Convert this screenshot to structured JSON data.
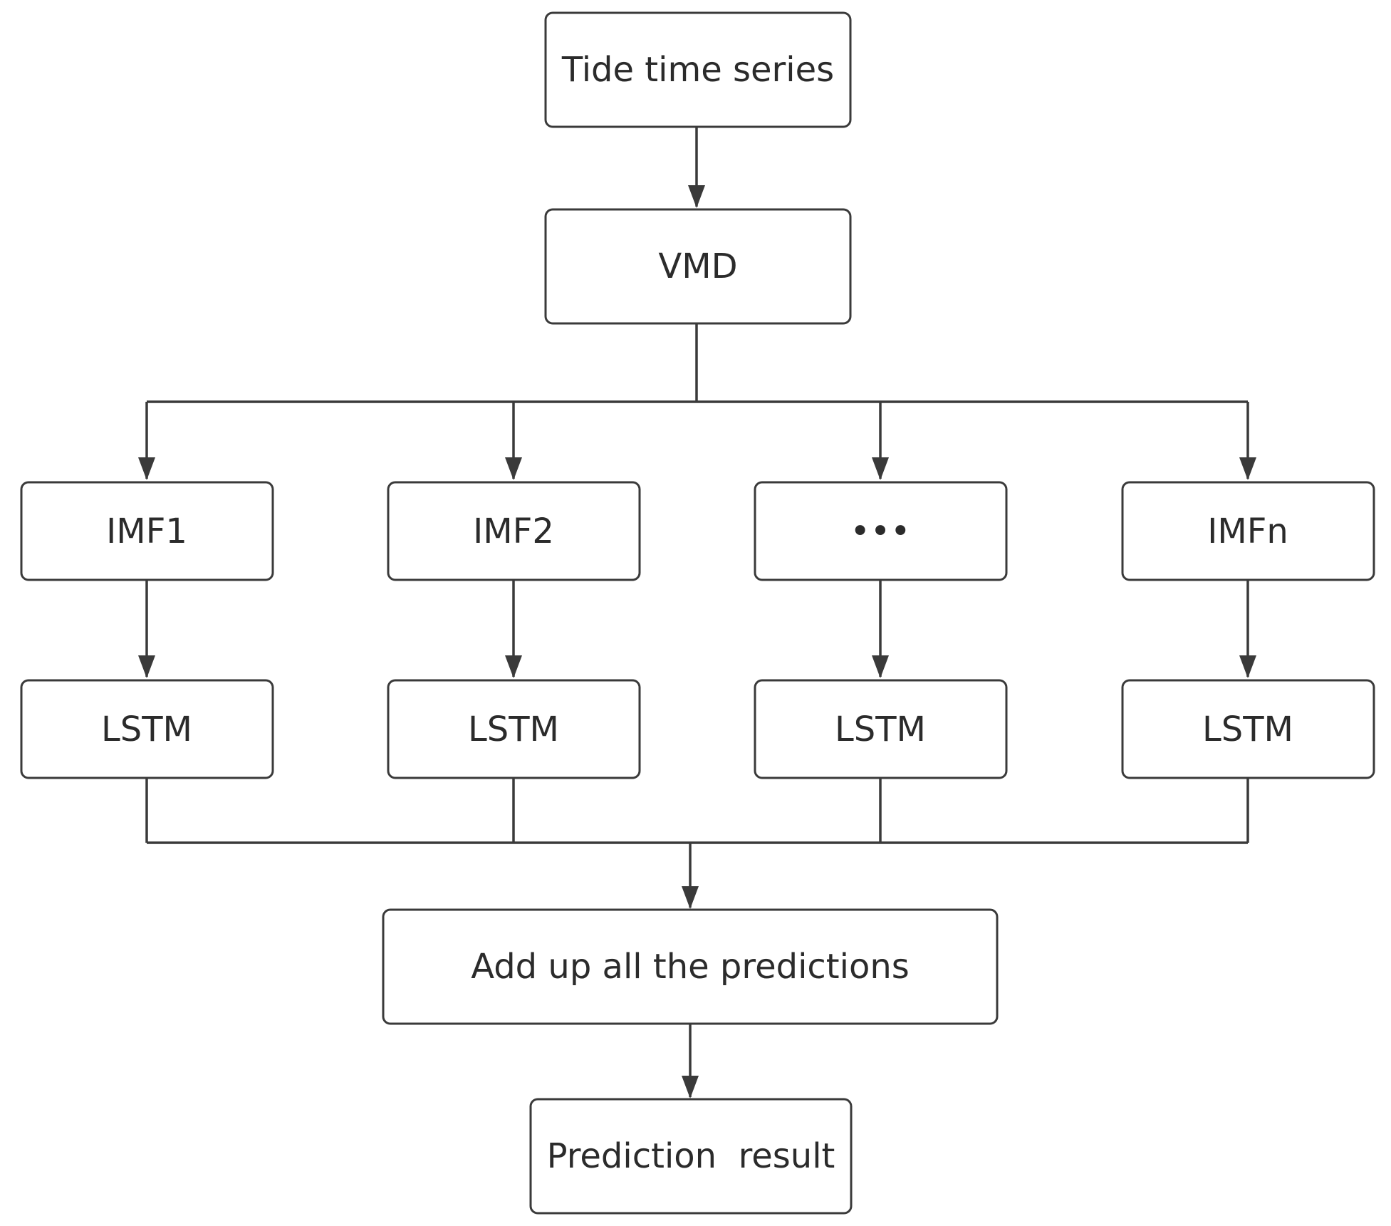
{
  "diagram": {
    "nodes": {
      "tide_time_series": "Tide time series",
      "vmd": "VMD",
      "imf1": "IMF1",
      "imf2": "IMF2",
      "imf_ellipsis": "•••",
      "imfn": "IMFn",
      "lstm1": "LSTM",
      "lstm2": "LSTM",
      "lstm3": "LSTM",
      "lstm4": "LSTM",
      "add_up": "Add up all the predictions",
      "prediction_result": "Prediction  result"
    },
    "colors": {
      "stroke": "#3a3a3a",
      "text": "#2b2b2b",
      "background": "#ffffff"
    }
  }
}
